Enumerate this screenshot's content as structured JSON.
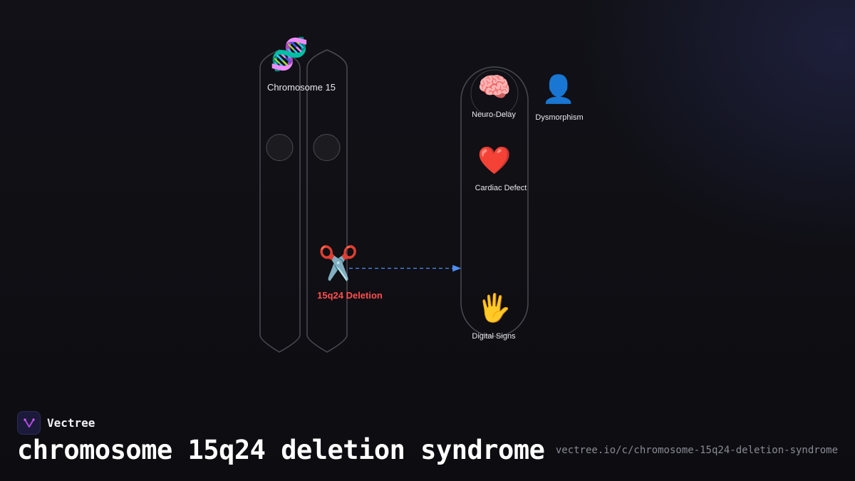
{
  "diagram": {
    "chromosome_label": "Chromosome 15",
    "deletion_label": "15q24 Deletion",
    "features": {
      "neuro": "Neuro-Delay",
      "dysmorphism": "Dysmorphism",
      "cardiac": "Cardiac Defect",
      "digital": "Digital Signs"
    },
    "icons": {
      "chromosome": "🧬",
      "deletion": "✂️",
      "neuro": "🧠",
      "dysmorphism": "👤",
      "cardiac": "❤️",
      "digital": "🖐"
    },
    "colors": {
      "deletion_text": "#ff4d4d",
      "arrow": "#4f8df7",
      "outline": "#4a4a52"
    }
  },
  "footer": {
    "brand": "Vectree",
    "title": "chromosome 15q24 deletion syndrome",
    "url": "vectree.io/c/chromosome-15q24-deletion-syndrome"
  }
}
